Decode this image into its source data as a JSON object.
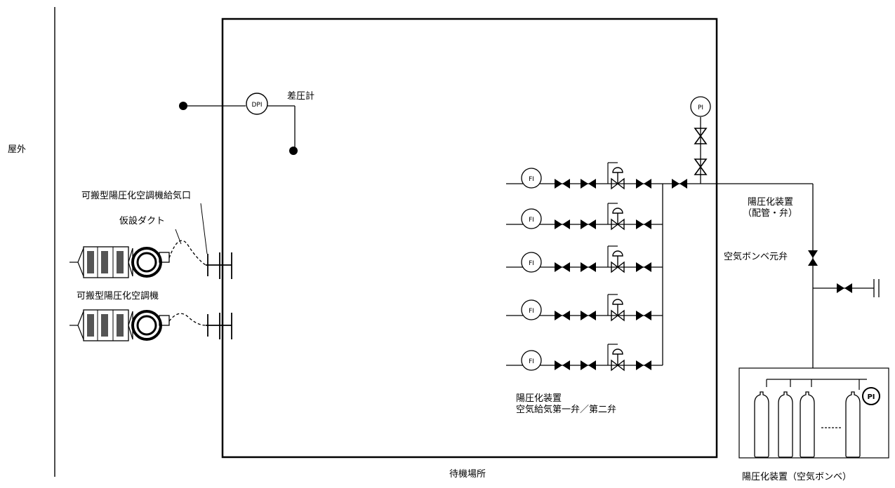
{
  "labels": {
    "outdoor": "屋外",
    "waiting_area": "待機場所",
    "differential_pressure_gauge": "差圧計",
    "portable_ac_inlet": "可搬型陽圧化空調機給気口",
    "temporary_duct": "仮設ダクト",
    "portable_ac_unit": "可搬型陽圧化空調機",
    "supply_valves_line1": "陽圧化装置",
    "supply_valves_line2": "空気給気第一弁／第二弁",
    "piping_valves_line1": "陽圧化装置",
    "piping_valves_line2": "（配管・弁）",
    "cylinder_main_valve": "空気ボンベ元弁",
    "cylinders": "陽圧化装置（空気ボンベ）"
  },
  "instruments": {
    "dpi": "DPI",
    "pi": "PI",
    "fi": "FI"
  }
}
